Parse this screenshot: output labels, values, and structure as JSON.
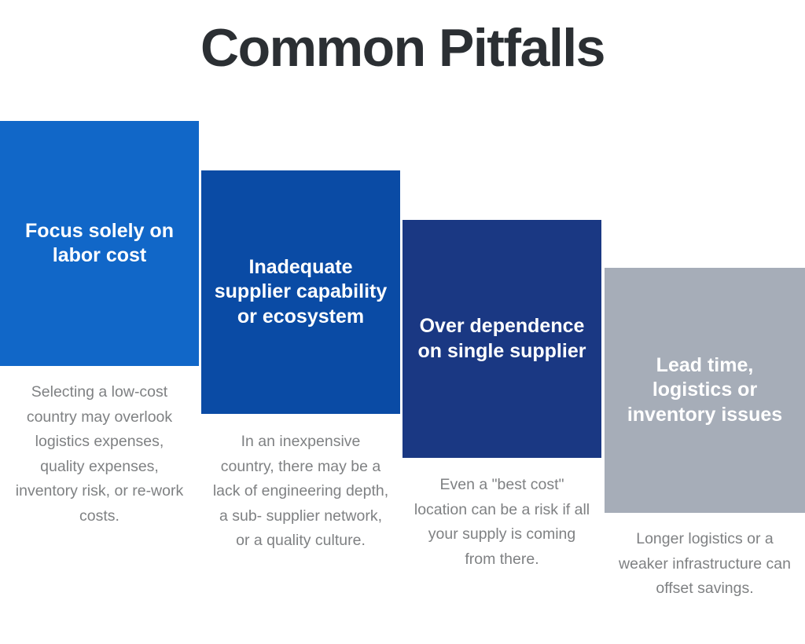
{
  "header": {
    "title": "Common Pitfalls",
    "title_color": "#2b2f33"
  },
  "colors": {
    "block_1": "#1167c8",
    "block_2": "#0a4ba5",
    "block_3": "#1a3883",
    "block_4": "#a6adb8",
    "heading_text": "#ffffff",
    "body_text": "#7f8183",
    "background": "#ffffff"
  },
  "pitfalls": [
    {
      "heading": "Focus solely on labor cost",
      "body": "Selecting a low-cost country may overlook logistics expenses, quality expenses, inventory risk, or re-work costs.",
      "color": "#1167c8"
    },
    {
      "heading": "Inadequate supplier capability or ecosystem",
      "body": "In an inexpensive country, there may be a lack of engineering depth, a sub- supplier network, or a quality culture.",
      "color": "#0a4ba5"
    },
    {
      "heading": "Over dependence on single supplier",
      "body": "Even a \"best cost\" location can be a risk if all your supply is coming from there.",
      "color": "#1a3883"
    },
    {
      "heading": "Lead time, logistics or inventory issues",
      "body": "Longer logistics or a weaker infrastructure can offset savings.",
      "color": "#a6adb8"
    }
  ]
}
